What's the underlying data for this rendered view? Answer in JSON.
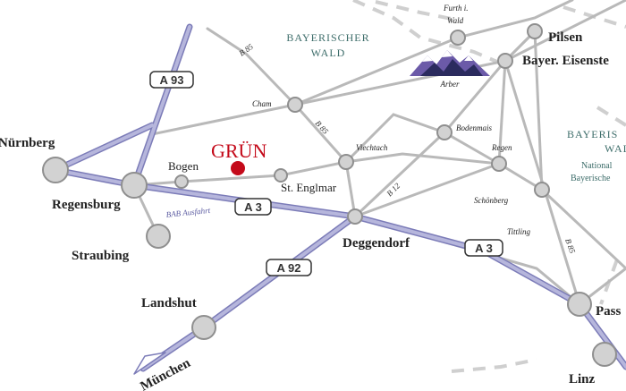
{
  "map": {
    "colors": {
      "motorway": "#b6b6dc",
      "motorway_edge": "#7c7cb8",
      "road": "#b9b9b9",
      "border": "#cfcfcf",
      "node_fill": "#d2d2d2",
      "node_stroke": "#8f8f8f",
      "highlight": "#c40a1a",
      "region_text": "#3d6d6a",
      "label_text": "#222222"
    },
    "regions": {
      "bayerischer_wald_line1": "BAYERISCHER",
      "bayerischer_wald_line2": "WALD",
      "right_line1": "BAYERIS",
      "right_line2": "WAL",
      "right_line3": "National",
      "right_line4": "Bayerische"
    },
    "highlight": {
      "name": "GRÜN"
    },
    "mountain": {
      "name": "Arber",
      "icon": "mountain-icon"
    },
    "cities": {
      "nurnberg": "Nürnberg",
      "regensburg": "Regensburg",
      "straubing": "Straubing",
      "landshut": "Landshut",
      "munchen": "München",
      "deggendorf": "Deggendorf",
      "linz": "Linz",
      "passau": "Pass",
      "pilsen": "Pilsen",
      "bayer_eisenstein": "Bayer. Eisenste"
    },
    "towns": {
      "bogen": "Bogen",
      "st_englmar": "St. Englmar",
      "cham": "Cham",
      "viechtach": "Viechtach",
      "bodenmais": "Bodenmais",
      "regen": "Regen",
      "schonberg": "Schönberg",
      "tittling": "Tittling",
      "furth_line1": "Furth i.",
      "furth_line2": "Wald"
    },
    "motorways": {
      "a93": "A 93",
      "a3_west": "A 3",
      "a3_east": "A 3",
      "a92": "A 92"
    },
    "roads": {
      "b85_north": "B 85",
      "b85_mid": "B 85",
      "b12": "B 12",
      "b85_east": "B 85"
    },
    "notes": {
      "bab_exit": "BAB Ausfahrt"
    }
  }
}
